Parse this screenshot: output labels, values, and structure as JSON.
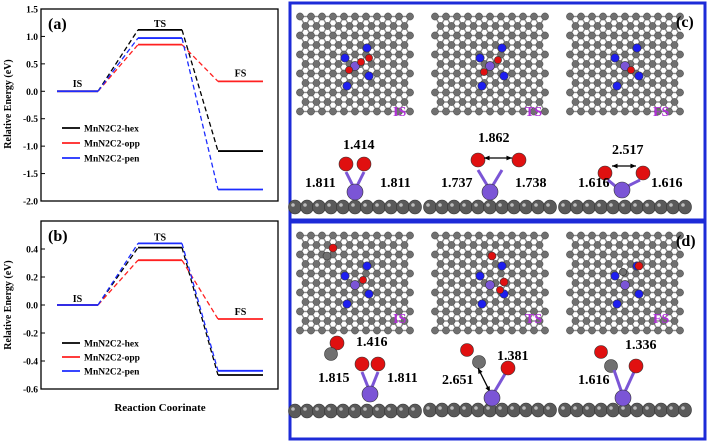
{
  "figure": {
    "xlabel": "Reaction Coorinate",
    "ylabel": "Relative Energy (eV)"
  },
  "chart_data": [
    {
      "type": "line",
      "panel_label": "(a)",
      "ylabel": "Relative Energy (eV)",
      "ylim": [
        -2.0,
        1.5
      ],
      "yticks": [
        "1.5",
        "1.0",
        "0.5",
        "0.0",
        "-0.5",
        "-1.0",
        "-1.5",
        "-2.0"
      ],
      "ytick_values": [
        1.5,
        1.0,
        0.5,
        0.0,
        -0.5,
        -1.0,
        -1.5,
        -2.0
      ],
      "states": [
        "IS",
        "TS",
        "FS"
      ],
      "state_label_values": [
        0.08,
        1.17,
        0.27
      ],
      "series": [
        {
          "name": "MnN2C2-hex",
          "color": "#000000",
          "values": [
            0.0,
            1.12,
            -1.09
          ]
        },
        {
          "name": "MnN2C2-opp",
          "color": "#ff2020",
          "values": [
            0.0,
            0.85,
            0.18
          ]
        },
        {
          "name": "MnN2C2-pen",
          "color": "#1c2cff",
          "values": [
            0.0,
            0.97,
            -1.79
          ]
        }
      ]
    },
    {
      "type": "line",
      "panel_label": "(b)",
      "ylabel": "Relative Energy (eV)",
      "xlabel": "Reaction Coorinate",
      "ylim": [
        -0.6,
        0.6
      ],
      "yticks": [
        "0.4",
        "0.2",
        "0.0",
        "-0.2",
        "-0.4",
        "-0.6"
      ],
      "ytick_values": [
        0.4,
        0.2,
        0.0,
        -0.2,
        -0.4,
        -0.6
      ],
      "states": [
        "IS",
        "TS",
        "FS"
      ],
      "state_label_values": [
        0.02,
        0.46,
        -0.07
      ],
      "series": [
        {
          "name": "MnN2C2-hex",
          "color": "#000000",
          "values": [
            0.0,
            0.41,
            -0.5
          ]
        },
        {
          "name": "MnN2C2-opp",
          "color": "#ff2020",
          "values": [
            0.0,
            0.32,
            -0.1
          ]
        },
        {
          "name": "MnN2C2-pen",
          "color": "#1c2cff",
          "values": [
            0.0,
            0.44,
            -0.47
          ]
        }
      ]
    }
  ],
  "structures": {
    "c": {
      "label": "(c)",
      "tags": [
        "IS",
        "TS",
        "FS"
      ],
      "distances": {
        "is": [
          "1.414",
          "1.811",
          "1.811"
        ],
        "ts": [
          "1.862",
          "1.737",
          "1.738"
        ],
        "fs": [
          "2.517",
          "1.616",
          "1.616"
        ]
      }
    },
    "d": {
      "label": "(d)",
      "tags": [
        "IS",
        "TS",
        "FS"
      ],
      "distances": {
        "is": [
          "1.416",
          "1.815",
          "1.811"
        ],
        "ts": [
          "1.381",
          "2.651"
        ],
        "fs": [
          "1.336",
          "1.616"
        ]
      }
    }
  },
  "colors": {
    "frame": "#1d2bd8",
    "carbon": "#707070",
    "nitrogen": "#1e1ef0",
    "oxygen": "#e01010",
    "manganese": "#7b55d6",
    "tag": "#b030d8"
  }
}
